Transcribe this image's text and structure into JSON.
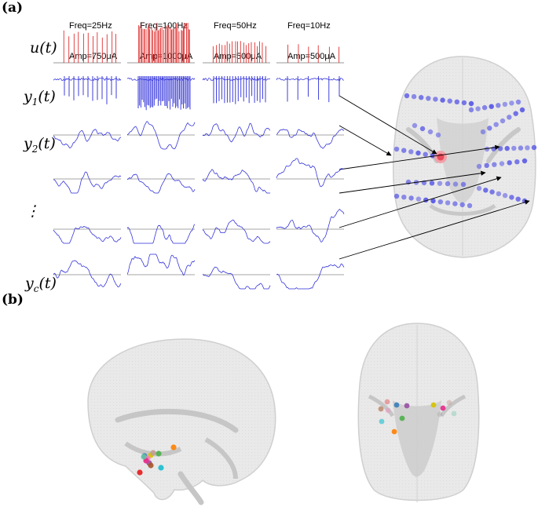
{
  "panel_a": {
    "label": "(a)",
    "columns": [
      {
        "freq": "Freq=25Hz",
        "amp": "Amp=750μA"
      },
      {
        "freq": "Freq=100Hz",
        "amp": "Amp=1000μA"
      },
      {
        "freq": "Freq=50Hz",
        "amp": "Amp=500μA"
      },
      {
        "freq": "Freq=10Hz",
        "amp": "Amp=500μA"
      }
    ],
    "rows": [
      {
        "name": "u",
        "sub": ""
      },
      {
        "name": "y",
        "sub": "1"
      },
      {
        "name": "y",
        "sub": "2"
      },
      {
        "name": "⋮",
        "sub": ""
      },
      {
        "name": "y",
        "sub": "c"
      }
    ],
    "stim_color": "#e03030",
    "signal_color": "#2a2ad8",
    "electrode_color": "#5a5ae6",
    "stim_site_color": "#e84a5a"
  },
  "panel_b": {
    "label": "(b)",
    "site_colors": [
      "#e41a1c",
      "#377eb8",
      "#4daf4a",
      "#984ea3",
      "#ff7f00",
      "#d4c200",
      "#a65628",
      "#f781bf",
      "#17becf",
      "#999999",
      "#e7298a",
      "#66c2a5",
      "#c49c94"
    ]
  }
}
